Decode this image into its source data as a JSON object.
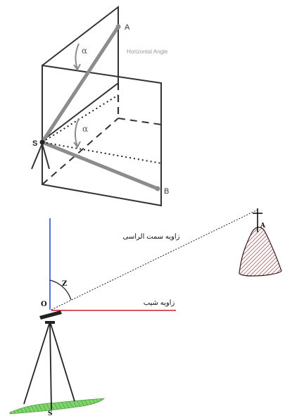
{
  "figure_top": {
    "labels": {
      "point_a": "A",
      "point_b": "B",
      "station_s": "S",
      "angle_upper": "α",
      "angle_lower": "α",
      "horizontal_angle": "Horizontal Angle"
    }
  },
  "figure_bottom": {
    "labels": {
      "point_a": "A",
      "origin": "O",
      "zenith": "Z",
      "ground_point": "S",
      "zenith_angle_fa": "زاویه سمت الراسی",
      "vertical_angle_fa": "زاویه شیب"
    },
    "colors": {
      "vertical_line": "#2a4fd6",
      "horizontal_line": "#c8202a",
      "mound": "#c44a52",
      "ground": "#5bbf4a"
    }
  }
}
